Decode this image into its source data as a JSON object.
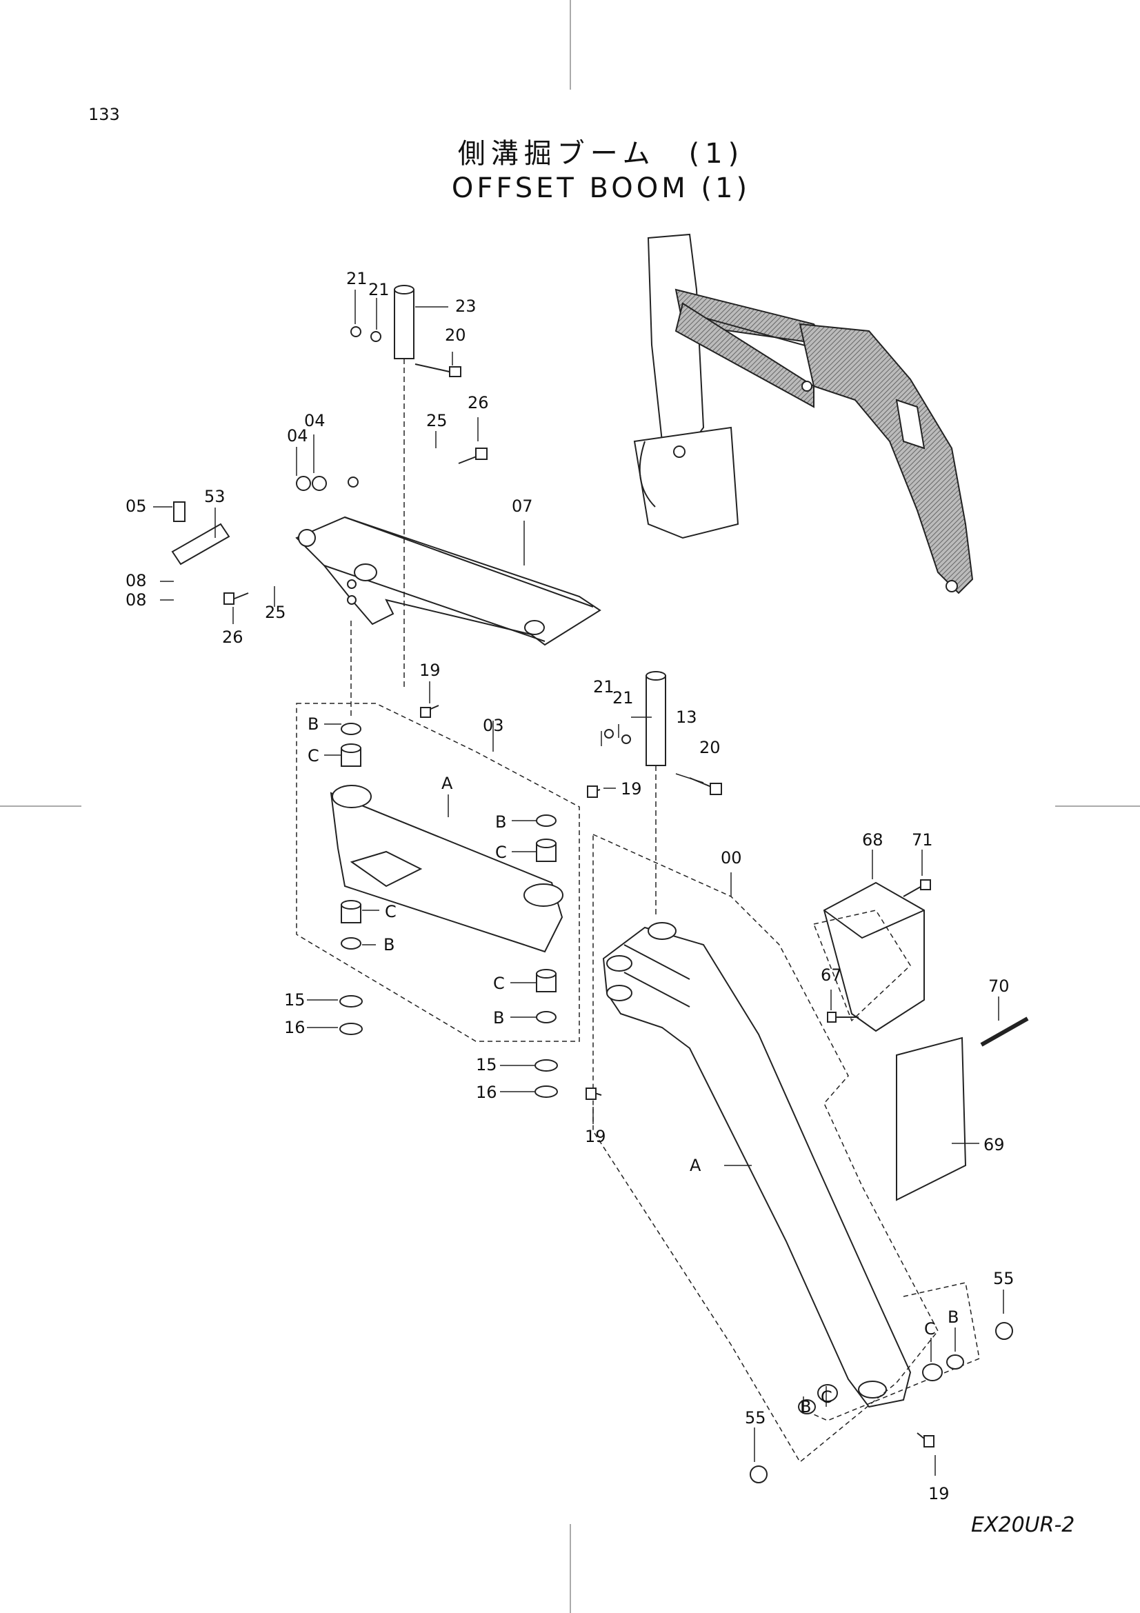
{
  "page_number": "133",
  "title_jp": "側溝掘ブーム　(1)",
  "title_en": "OFFSET  BOOM  (1)",
  "model_code": "EX20UR-2",
  "part_labels": {
    "p21a": "21",
    "p21b": "21",
    "p23": "23",
    "p20a": "20",
    "p04a": "04",
    "p04b": "04",
    "p25a": "25",
    "p26a": "26",
    "p05": "05",
    "p53": "53",
    "p07": "07",
    "p08a": "08",
    "p08b": "08",
    "p25b": "25",
    "p26b": "26",
    "p19a": "19",
    "p03": "03",
    "p19b": "19",
    "p21c": "21",
    "p21d": "21",
    "p13": "13",
    "p20b": "20",
    "pB1": "B",
    "pC1": "C",
    "pA1": "A",
    "pB2": "B",
    "pC2": "C",
    "pC3": "C",
    "pB3": "B",
    "pC4": "C",
    "pB4": "B",
    "p15a": "15",
    "p16a": "16",
    "p15b": "15",
    "p16b": "16",
    "p19c": "19",
    "p00": "00",
    "p68": "68",
    "p71": "71",
    "p67": "67",
    "p70": "70",
    "p69": "69",
    "pA2": "A",
    "p55a": "55",
    "p55b": "55",
    "pB5": "B",
    "pC5": "C",
    "pB6": "B",
    "pC6": "C",
    "p19d": "19"
  }
}
